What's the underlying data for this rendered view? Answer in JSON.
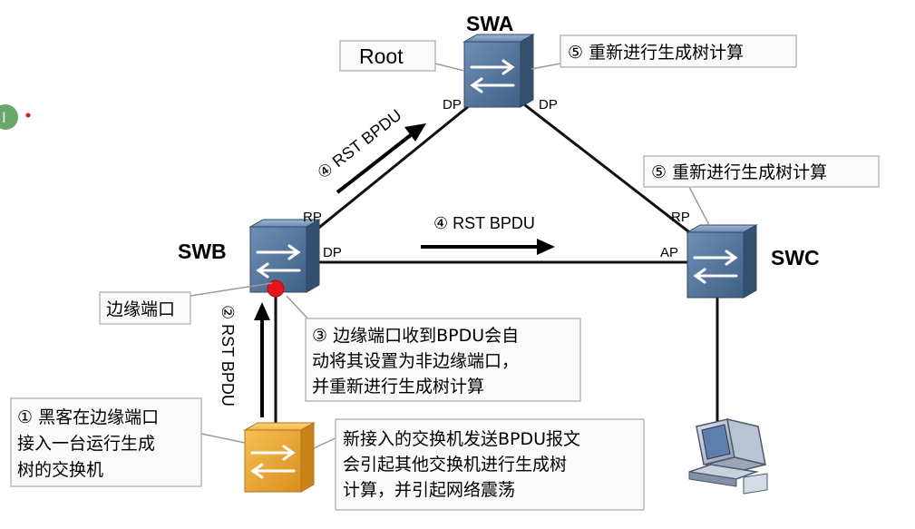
{
  "switches": {
    "swa": "SWA",
    "swb": "SWB",
    "swc": "SWC"
  },
  "ports": {
    "swa_left": "DP",
    "swa_right": "DP",
    "swb_rp": "RP",
    "swb_dp": "DP",
    "swc_rp": "RP",
    "swc_ap": "AP"
  },
  "callouts": {
    "root": "Root",
    "swa_recalc": "⑤ 重新进行生成树计算",
    "swc_recalc": "⑤ 重新进行生成树计算",
    "edge_port": "边缘端口",
    "step3_lines": [
      "③ 边缘端口收到BPDU会自",
      "动将其设置为非边缘端口，",
      "并重新进行生成树计算"
    ],
    "step1_lines": [
      "① 黑客在边缘端口",
      "接入一台运行生成",
      "树的交换机"
    ],
    "note_lines": [
      "新接入的交换机发送BPDU报文",
      "会引起其他交换机进行生成树",
      "计算，并引起网络震荡"
    ]
  },
  "arrows": {
    "to_swa": "④ RST BPDU",
    "to_swc": "④ RST BPDU",
    "from_rogue": "② RST BPDU"
  },
  "colors": {
    "switch_blue": "#4d6f96",
    "switch_orange": "#eeaa33",
    "edge_port_dot": "#e8141c",
    "callout_border": "#b9b9b9"
  }
}
